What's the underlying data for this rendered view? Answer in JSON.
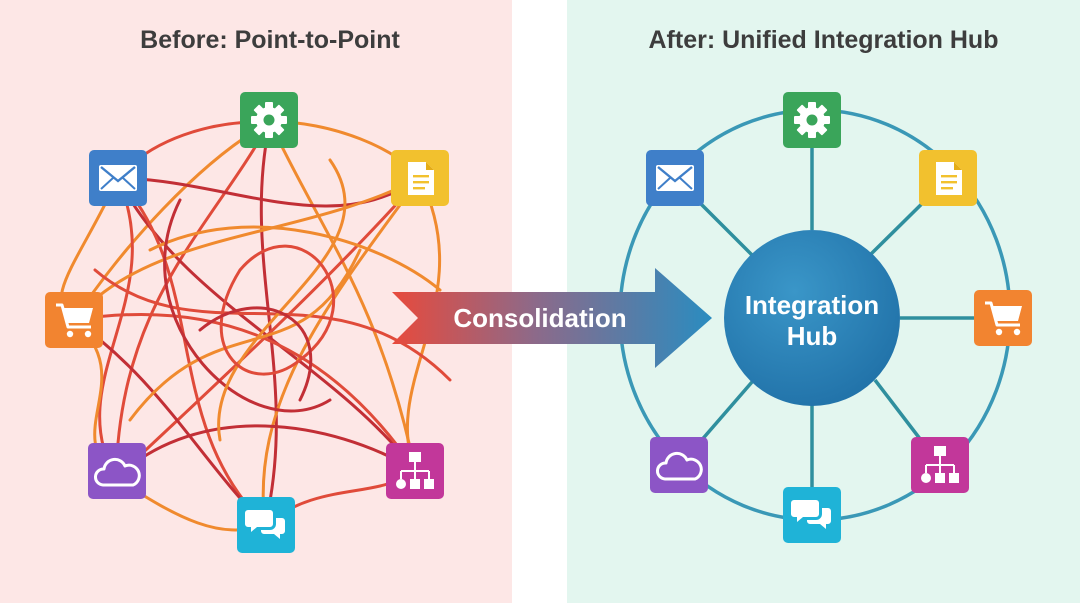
{
  "before": {
    "title": "Before: Point-to-Point",
    "nodes": [
      {
        "id": "settings",
        "icon": "gear-icon",
        "color": "#3aa55a"
      },
      {
        "id": "document",
        "icon": "document-icon",
        "color": "#f2c12e"
      },
      {
        "id": "workflow",
        "icon": "workflow-icon",
        "color": "#c2379a"
      },
      {
        "id": "chat",
        "icon": "chat-icon",
        "color": "#1fb3d7"
      },
      {
        "id": "cloud",
        "icon": "cloud-icon",
        "color": "#8c55c6"
      },
      {
        "id": "cart",
        "icon": "cart-icon",
        "color": "#f28430"
      },
      {
        "id": "email",
        "icon": "email-icon",
        "color": "#3f7fc9"
      }
    ],
    "connection_colors": [
      "#c22f36",
      "#e04b3a",
      "#f08a2e"
    ]
  },
  "transition": {
    "label": "Consolidation",
    "gradient": [
      "#e84a3c",
      "#2a8cc0"
    ]
  },
  "after": {
    "title": "After: Unified Integration Hub",
    "hub_line1": "Integration",
    "hub_line2": "Hub",
    "hub_color": "#2a7fb4",
    "ring_color": "#3a98b6",
    "nodes": [
      {
        "id": "settings",
        "icon": "gear-icon",
        "color": "#3aa55a"
      },
      {
        "id": "document",
        "icon": "document-icon",
        "color": "#f2c12e"
      },
      {
        "id": "cart",
        "icon": "cart-icon",
        "color": "#f28430"
      },
      {
        "id": "workflow",
        "icon": "workflow-icon",
        "color": "#c2379a"
      },
      {
        "id": "chat",
        "icon": "chat-icon",
        "color": "#1fb3d7"
      },
      {
        "id": "cloud",
        "icon": "cloud-icon",
        "color": "#8c55c6"
      },
      {
        "id": "email",
        "icon": "email-icon",
        "color": "#3f7fc9"
      }
    ]
  }
}
